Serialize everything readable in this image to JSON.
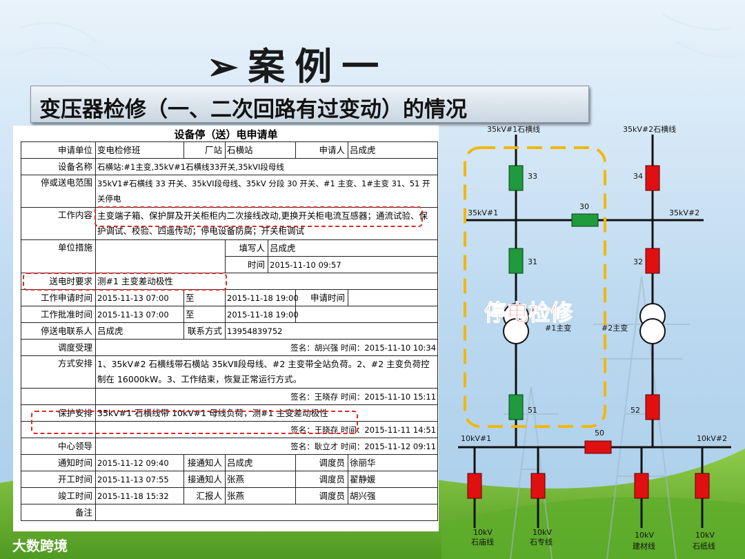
{
  "slide": {
    "title": "➢案例一",
    "subtitle": "变压器检修（一、二次回路有过变动）的情况",
    "logo": "大数跨境"
  },
  "form": {
    "title": "设备停（送）电申请单",
    "labels": {
      "apply_unit": "申请单位",
      "station": "厂站",
      "applicant": "申请人",
      "equipment": "设备名称",
      "range": "停或送电范围",
      "work": "工作内容",
      "measures": "单位措施",
      "filler": "填写人",
      "time": "时间",
      "energize": "送电时要求",
      "work_apply_time": "工作申请时间",
      "to": "至",
      "apply_time": "申请时间",
      "work_approve_time": "工作批准时间",
      "contact": "停送电联系人",
      "contact_method": "联系方式",
      "dispatch_accept": "调度受理",
      "method": "方式安排",
      "protection": "保护安排",
      "center_leader": "中心领导",
      "notify_time": "通知时间",
      "receiver": "接通知人",
      "dispatcher": "调度员",
      "start_time": "开工时间",
      "finish_time": "竣工时间",
      "reporter": "汇报人",
      "remark": "备注"
    },
    "values": {
      "apply_unit": "变电检修班",
      "station": "石横站",
      "applicant": "吕成虎",
      "equipment": "石横站:#1主变,35kV#1石横线33开关,35kVⅠ段母线",
      "range": "35kV1#石横线 33 开关、35kVⅠ段母线、35kV 分段 30 开关、#1 主变、1#主变 31、51 开关停电",
      "work": "主变端子箱、保护屏及开关柜柜内二次接线改动,更换开关柜电流互感器；通流试验、保护调试、校验、四遥传动；停电设备防腐；开关柜调试",
      "filler": "吕成虎",
      "fill_time": "2015-11-10 09:57",
      "energize": "测#1 主变差动极性",
      "work_apply_from": "2015-11-13 07:00",
      "work_apply_to": "2015-11-18 19:00",
      "work_approve_from": "2015-11-13 07:00",
      "work_approve_to": "2015-11-18 19:00",
      "contact": "吕成虎",
      "contact_phone": "13954839752",
      "dispatch_accept_sign": "签名：胡兴强   时间：2015-11-10 10:34",
      "method": "1、35kV#2 石横线带石横站 35kVⅡ段母线、#2 主变带全站负荷。2、#2 主变负荷控制在 16000kW。3、工作结束，恢复正常运行方式。",
      "method_sign": "签名：王晓存   时间：2015-11-10 15:11",
      "protection": "35kV#1 石横线带 10kV#1 母线负荷，测#1 主变差动极性",
      "protection_sign": "签名：王晓存   时间：2015-11-11 14:51",
      "leader_sign": "签名：耿立才   时间：2015-11-12 09:11",
      "notify_time": "2015-11-12 09:40",
      "notify_receiver": "吕成虎",
      "notify_dispatcher": "徐丽华",
      "start_time": "2015-11-13 07:55",
      "start_receiver": "张燕",
      "start_dispatcher": "翟静媛",
      "finish_time": "2015-11-18 15:32",
      "finish_reporter": "张燕",
      "finish_dispatcher": "胡兴强"
    }
  },
  "diagram": {
    "lines_top": [
      "35kV#1石横线",
      "35kV#2石横线"
    ],
    "bus_35": [
      "35kV#1",
      "35kV#2"
    ],
    "bus_10": [
      "10kV#1",
      "10kV#2"
    ],
    "switches": [
      "33",
      "34",
      "30",
      "31",
      "32",
      "51",
      "52",
      "50"
    ],
    "transformers": [
      "#1主变",
      "#2主变"
    ],
    "feeders": [
      {
        "kv": "10kV",
        "name": "石庙线"
      },
      {
        "kv": "10kV",
        "name": "石专线"
      },
      {
        "kv": "10kV",
        "name": "建材线"
      },
      {
        "kv": "10kV",
        "name": "石纸线"
      }
    ],
    "outage_label": "停电检修",
    "colors": {
      "closed_switch": "#e01010",
      "open_switch": "#1f9a3c",
      "outage_box": "#f2b705",
      "outage_text": "#e8383d"
    }
  }
}
